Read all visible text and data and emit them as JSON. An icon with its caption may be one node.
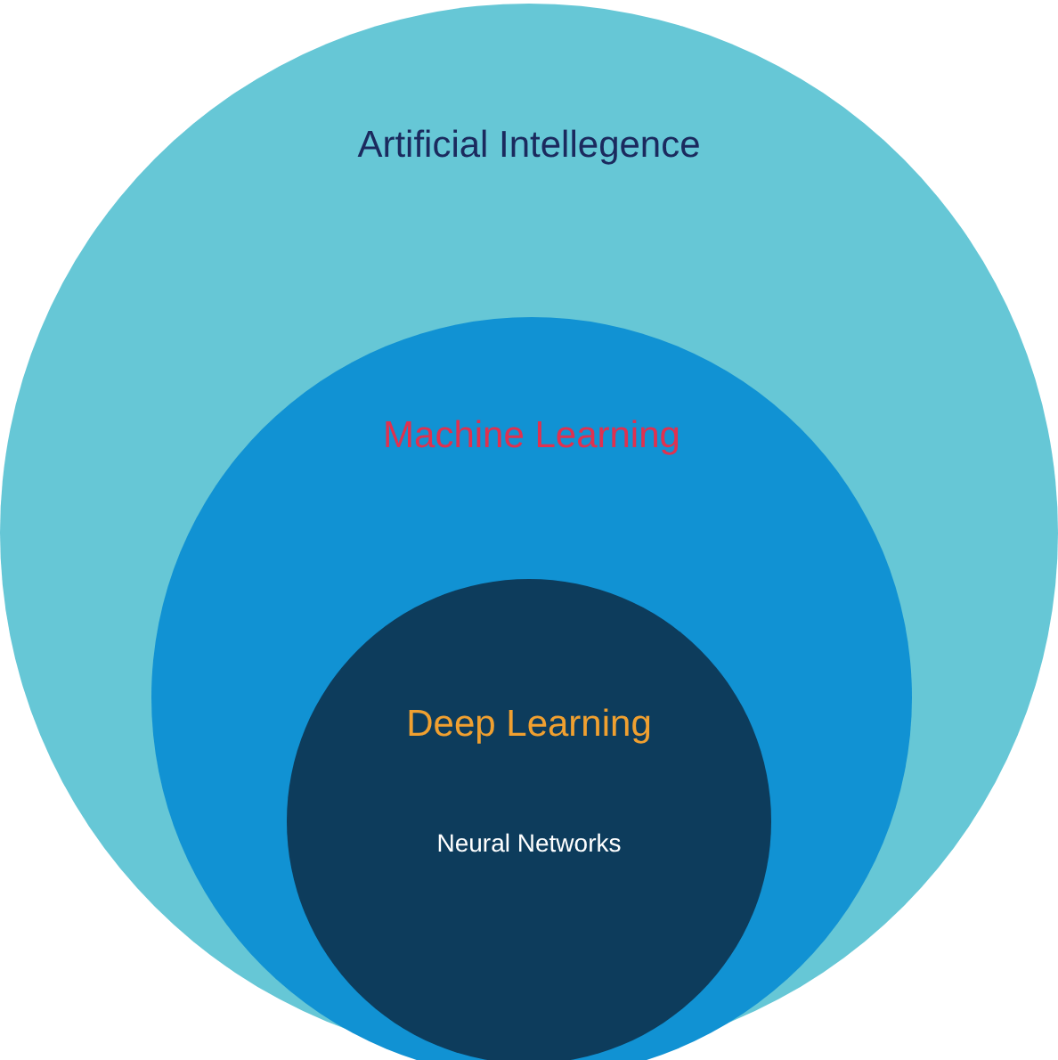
{
  "diagram": {
    "nodes": [
      {
        "text": [
          "Artificial Intellegence"
        ]
      },
      {
        "text": [
          "Machine Learning"
        ],
        "in": 0
      },
      {
        "text": [
          "Deep Learning",
          "Neural Networks"
        ],
        "in": 1
      }
    ]
  }
}
